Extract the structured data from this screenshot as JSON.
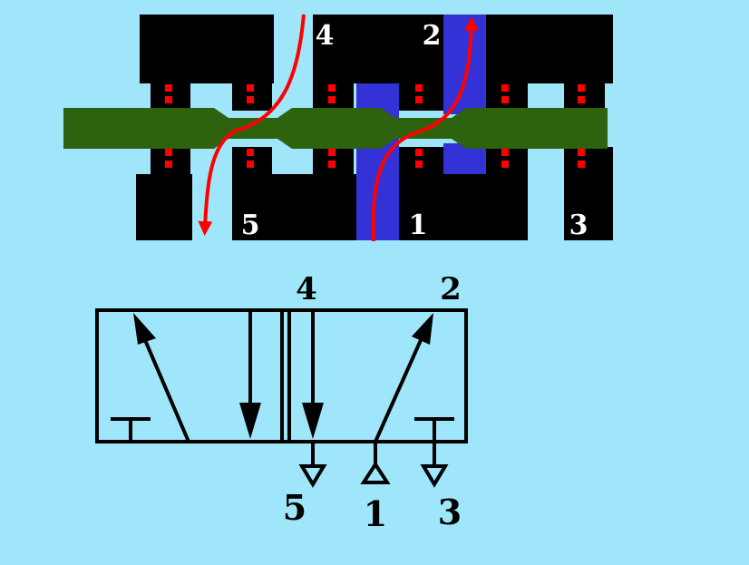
{
  "colors": {
    "background": "#9fe6fb",
    "valve_body": "#000000",
    "spool": "#2d620f",
    "pressure_channel": "#3232d6",
    "seal": "#ff0000",
    "flow_arrow": "#ff0000",
    "symbol_stroke": "#000000"
  },
  "valve_section": {
    "port_labels": {
      "port_4": "4",
      "port_2": "2",
      "port_5": "5",
      "port_1": "1",
      "port_3": "3"
    }
  },
  "symbol": {
    "port_labels": {
      "port_4": "4",
      "port_2": "2",
      "port_5": "5",
      "port_1": "1",
      "port_3": "3"
    }
  }
}
